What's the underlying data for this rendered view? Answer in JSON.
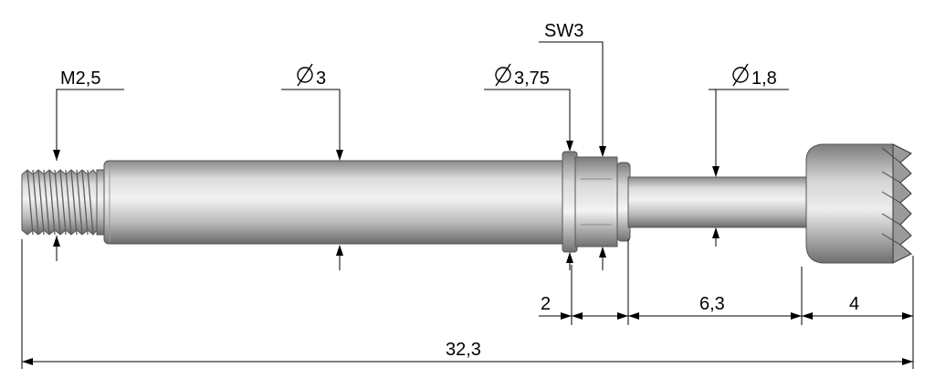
{
  "labels": {
    "thread": "M2,5",
    "dia_shaft": "3",
    "dia_collar": "3,75",
    "wrench": "SW3",
    "dia_neck": "1,8",
    "len_collar": "2",
    "len_neck": "6,3",
    "len_head": "4",
    "len_total": "32,3"
  },
  "icons": {
    "diameter": "diameter-symbol-icon"
  },
  "colors": {
    "lines": "#000000",
    "metal_dark": "#6f6f6f",
    "metal_light": "#e6e6e6"
  }
}
